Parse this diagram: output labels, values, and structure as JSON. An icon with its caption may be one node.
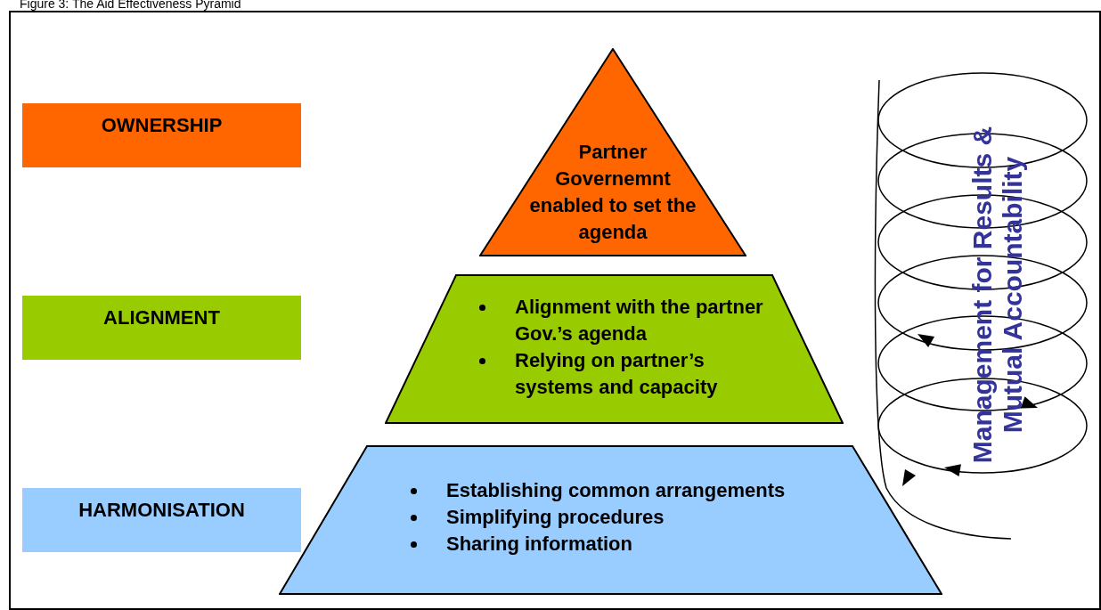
{
  "diagram": {
    "title": "Figure 3: The Aid Effectiveness Pyramid",
    "nodes": [
      {
        "text": [
          "OWNERSHIP"
        ]
      },
      {
        "text": [
          "ALIGNMENT"
        ]
      },
      {
        "text": [
          "HARMONISATION"
        ]
      },
      {
        "text": [
          "Partner Governemnt enabled to set the agenda"
        ]
      },
      {
        "text": [
          "Alignment with the partner Gov.’s agenda",
          "Relying on partner’s systems and capacity"
        ]
      },
      {
        "text": [
          "Establishing common arrangements",
          "Simplifying procedures",
          "Sharing information"
        ]
      }
    ],
    "edges": [],
    "labels": [
      "Management for Results & Mutual Accountability"
    ]
  }
}
